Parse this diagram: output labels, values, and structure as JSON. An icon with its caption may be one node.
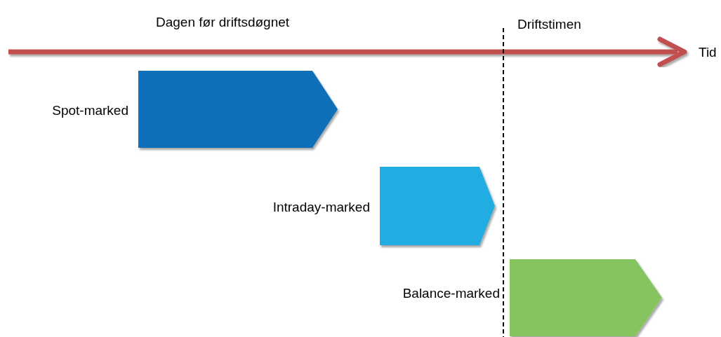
{
  "diagram": {
    "nodes": [
      {
        "text": [],
        "shape": "pentagon",
        "beside": [
          "Spot-marked"
        ]
      },
      {
        "text": [],
        "shape": "pentagon",
        "beside": [
          "Intraday-marked"
        ]
      },
      {
        "text": [],
        "shape": "pentagon",
        "beside": [
          "Balance-marked"
        ]
      }
    ],
    "labels": [
      "Dagen før driftsdøgnet",
      "Driftstimen",
      "Tid"
    ]
  }
}
